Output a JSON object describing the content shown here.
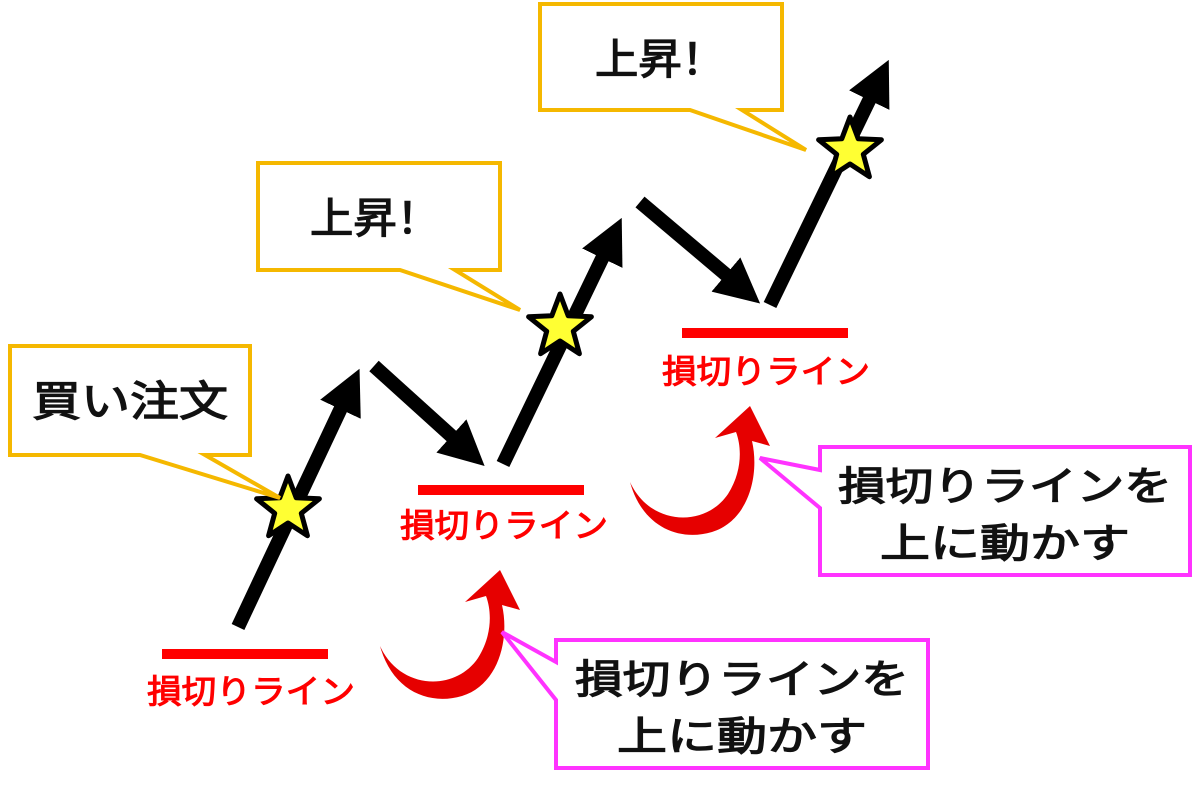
{
  "colors": {
    "trend_arrow": "#000000",
    "star_fill": "#ffff33",
    "star_stroke": "#000000",
    "stop_loss": "#ff0000",
    "note_callout_border": "#f5b800",
    "instruction_callout_border": "#ff33ff",
    "move_arrow": "#e60000"
  },
  "callouts": {
    "buy_order": "買い注文",
    "rise_1": "上昇！",
    "rise_2": "上昇！"
  },
  "stop_loss_lines": {
    "label_1": "損切りライン",
    "label_2": "損切りライン",
    "label_3": "損切りライン"
  },
  "instructions": {
    "move_up_1": {
      "line1": "損切りラインを",
      "line2": "上に動かす"
    },
    "move_up_2": {
      "line1": "損切りラインを",
      "line2": "上に動かす"
    }
  },
  "icons": {
    "star": "star-icon",
    "trend_arrow": "arrow-icon",
    "curved_arrow": "curved-up-arrow-icon"
  }
}
